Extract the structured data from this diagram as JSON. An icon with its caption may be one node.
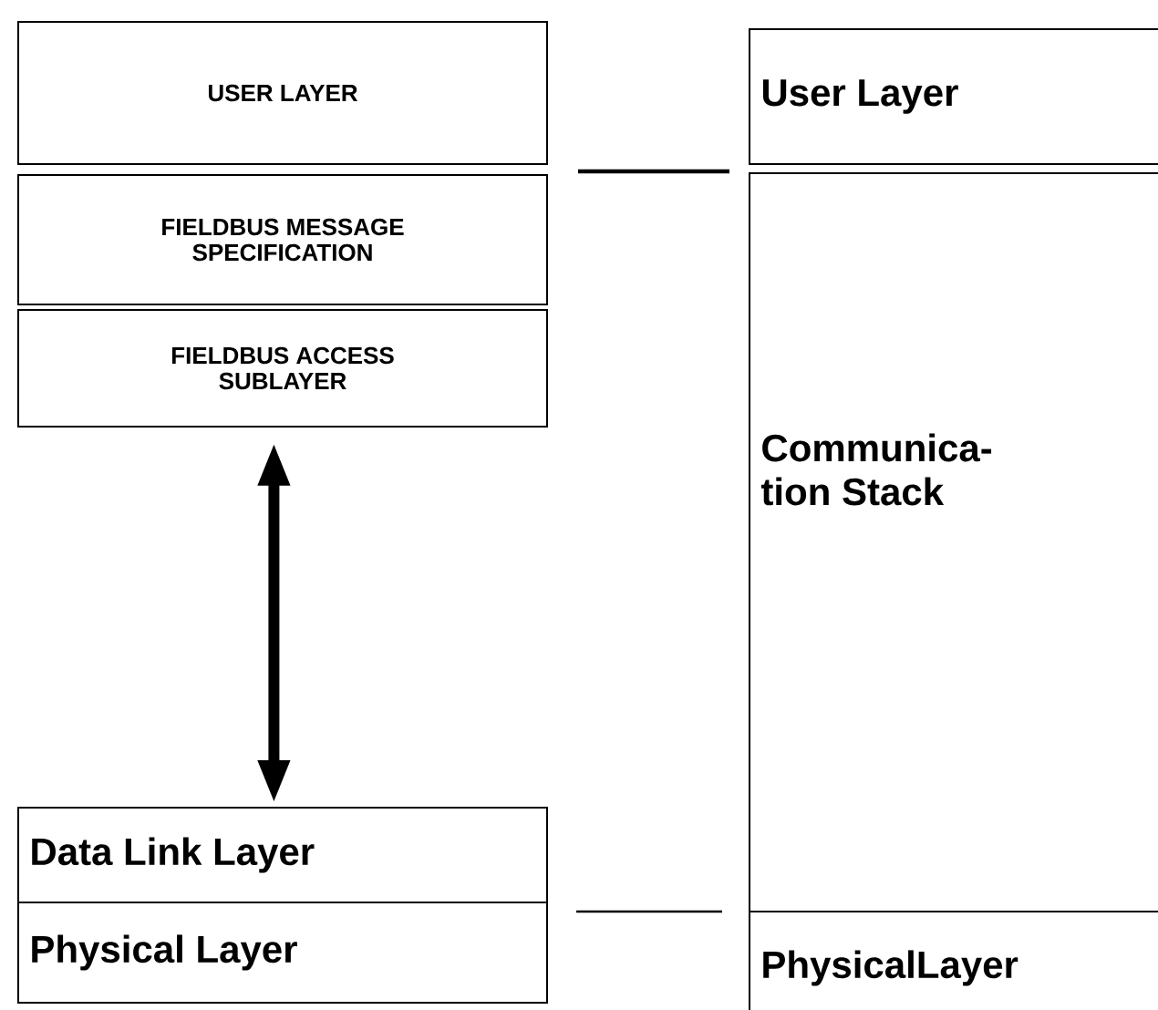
{
  "diagram": {
    "nodes": [
      {
        "text": [
          "USER LAYER"
        ]
      },
      {
        "text": [
          "FIELDBUS MESSAGE SPECIFICATION"
        ]
      },
      {
        "text": [
          "FIELDBUS ACCESS SUBLAYER"
        ]
      },
      {
        "text": [
          "Data Link Layer"
        ]
      },
      {
        "text": [
          "Physical Layer"
        ]
      },
      {
        "text": [
          "User Layer"
        ]
      },
      {
        "text": [
          "Communica- tion Stack"
        ]
      },
      {
        "text": [
          "PhysicalLayer"
        ]
      }
    ],
    "edges": [
      {
        "from": 2,
        "to": 3,
        "arrow": "both"
      }
    ]
  }
}
